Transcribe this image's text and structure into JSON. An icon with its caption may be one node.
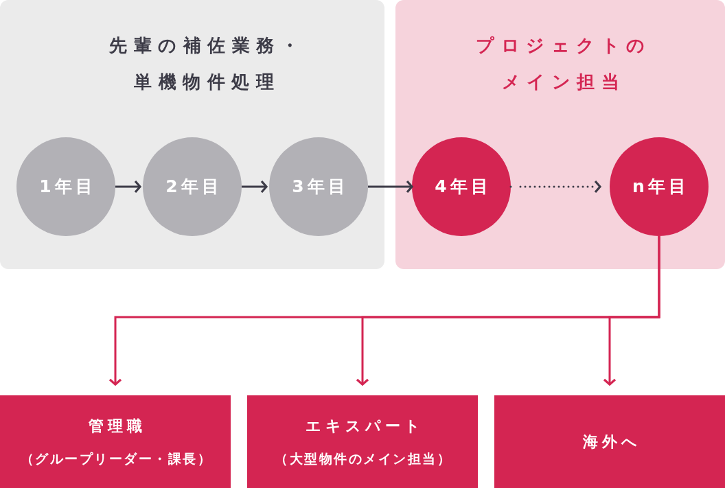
{
  "diagram": {
    "nodes": [
      {
        "text": [
          "先輩の補佐業務・単機物件処理"
        ]
      },
      {
        "text": [
          "1年目"
        ],
        "in": 0
      },
      {
        "text": [
          "2年目"
        ],
        "in": 0
      },
      {
        "text": [
          "3年目"
        ],
        "in": 0
      },
      {
        "text": [
          "プロジェクトのメイン担当"
        ]
      },
      {
        "text": [
          "4年目"
        ],
        "in": 4
      },
      {
        "text": [
          "n年目"
        ],
        "in": 4
      },
      {
        "text": [
          "管理職",
          "（グループリーダー・課長）"
        ]
      },
      {
        "text": [
          "エキスパート",
          "（大型物件のメイン担当）"
        ]
      },
      {
        "text": [
          "海外へ"
        ]
      }
    ],
    "edges": [
      {
        "from": 1,
        "to": 2,
        "arrow": "to",
        "color": "#3c3b47"
      },
      {
        "from": 2,
        "to": 3,
        "arrow": "to",
        "color": "#3c3b47"
      },
      {
        "from": 3,
        "to": 5,
        "arrow": "to",
        "color": "#3c3b47"
      },
      {
        "from": 5,
        "to": 6,
        "arrow": "to",
        "style": "dashed",
        "color": "#3c3b47"
      },
      {
        "from": 6,
        "to": 7,
        "arrow": "to",
        "color": "#d42552"
      },
      {
        "from": 6,
        "to": 8,
        "arrow": "to",
        "color": "#d42552"
      },
      {
        "from": 6,
        "to": 9,
        "arrow": "to",
        "color": "#d42552"
      }
    ]
  }
}
